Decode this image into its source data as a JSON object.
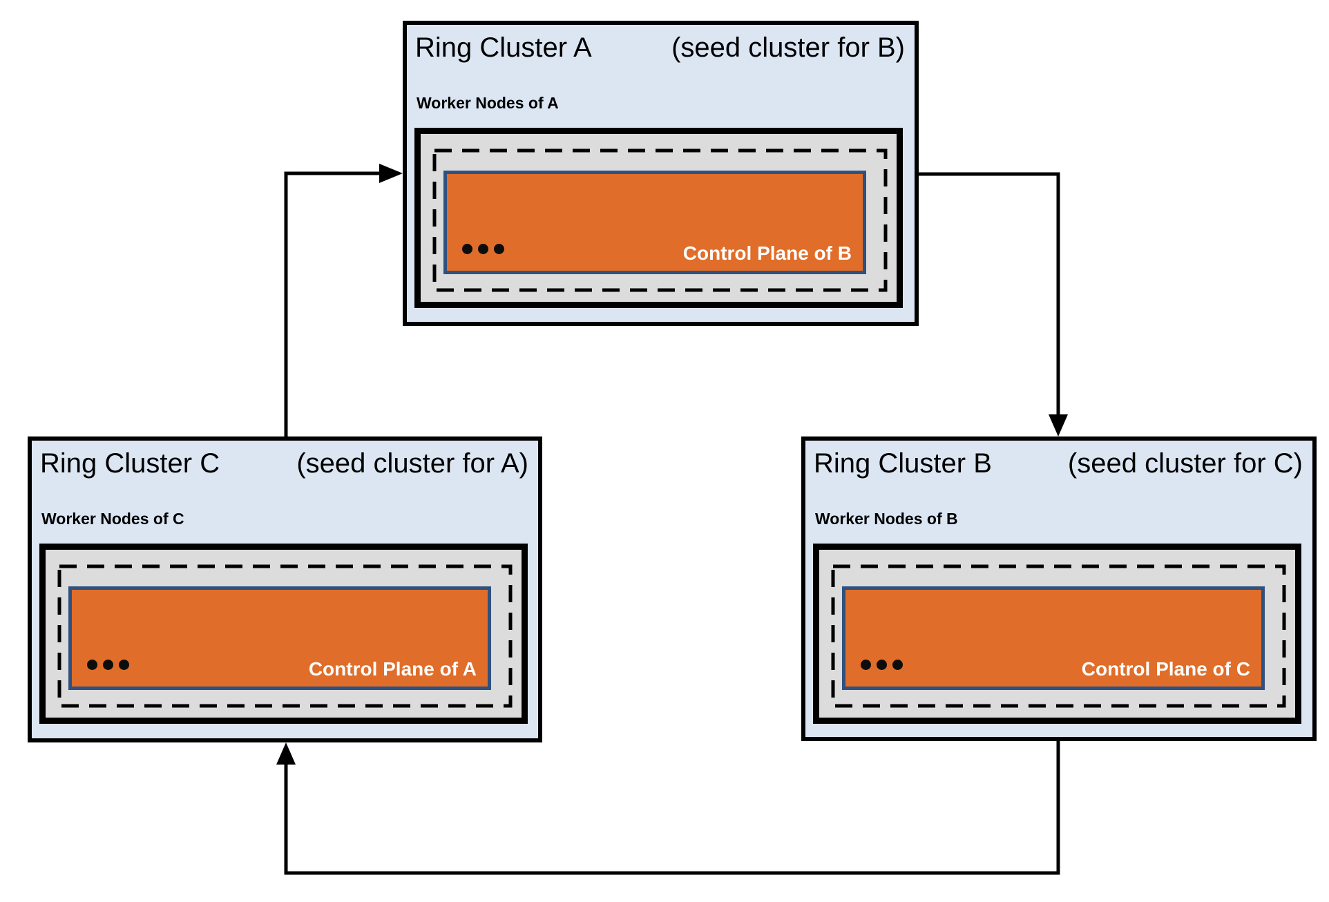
{
  "diagram": {
    "clusters": [
      {
        "key": "A",
        "title": "Ring Cluster A",
        "seed_note": "(seed cluster for B)",
        "worker_label": "Worker Nodes of A",
        "control_plane_label": "Control Plane of B",
        "ellipsis": "•••"
      },
      {
        "key": "C",
        "title": "Ring Cluster C",
        "seed_note": "(seed cluster for A)",
        "worker_label": "Worker Nodes of C",
        "control_plane_label": "Control Plane of A",
        "ellipsis": "•••"
      },
      {
        "key": "B",
        "title": "Ring Cluster B",
        "seed_note": "(seed cluster for C)",
        "worker_label": "Worker Nodes of B",
        "control_plane_label": "Control Plane of C",
        "ellipsis": "•••"
      }
    ],
    "arrows": [
      {
        "from": "Ring Cluster C",
        "to": "Ring Cluster A"
      },
      {
        "from": "Ring Cluster A",
        "to": "Ring Cluster B"
      },
      {
        "from": "Ring Cluster B",
        "to": "Ring Cluster C"
      }
    ],
    "colors": {
      "cluster_background": "#dce6f3",
      "worker_node_background": "#dcdcdc",
      "control_plane_background": "#e06d29",
      "control_plane_border": "#2f5180",
      "line": "#000000"
    }
  }
}
